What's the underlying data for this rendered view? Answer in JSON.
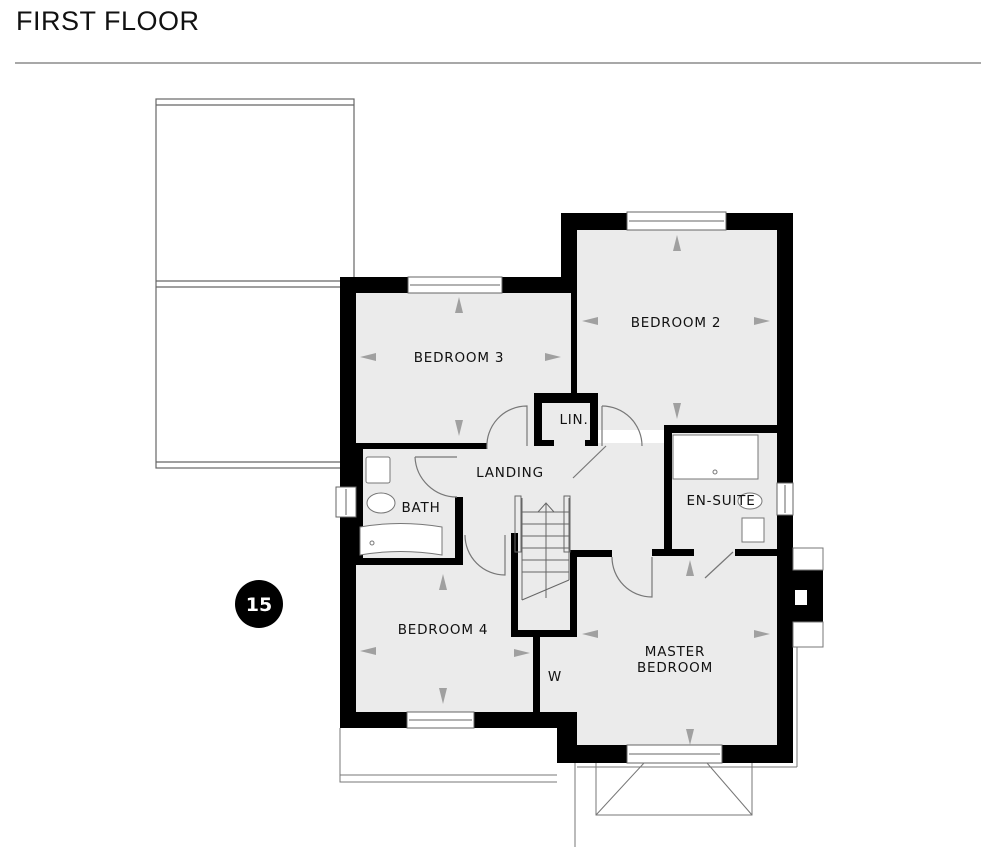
{
  "header": {
    "title": "FIRST FLOOR"
  },
  "plot_badge": {
    "number": "15"
  },
  "rooms": {
    "bedroom_2": "BEDROOM 2",
    "bedroom_3": "BEDROOM 3",
    "bedroom_4": "BEDROOM 4",
    "master_line1": "MASTER",
    "master_line2": "BEDROOM",
    "landing": "LANDING",
    "linen": "LIN.",
    "bath": "BATH",
    "en_suite": "EN-SUITE",
    "wardrobe": "W"
  },
  "colors": {
    "wall": "#000000",
    "floor": "#ebebeb",
    "outline": "#666666",
    "arrow": "#a0a0a0",
    "rule": "#a8a8a8"
  }
}
